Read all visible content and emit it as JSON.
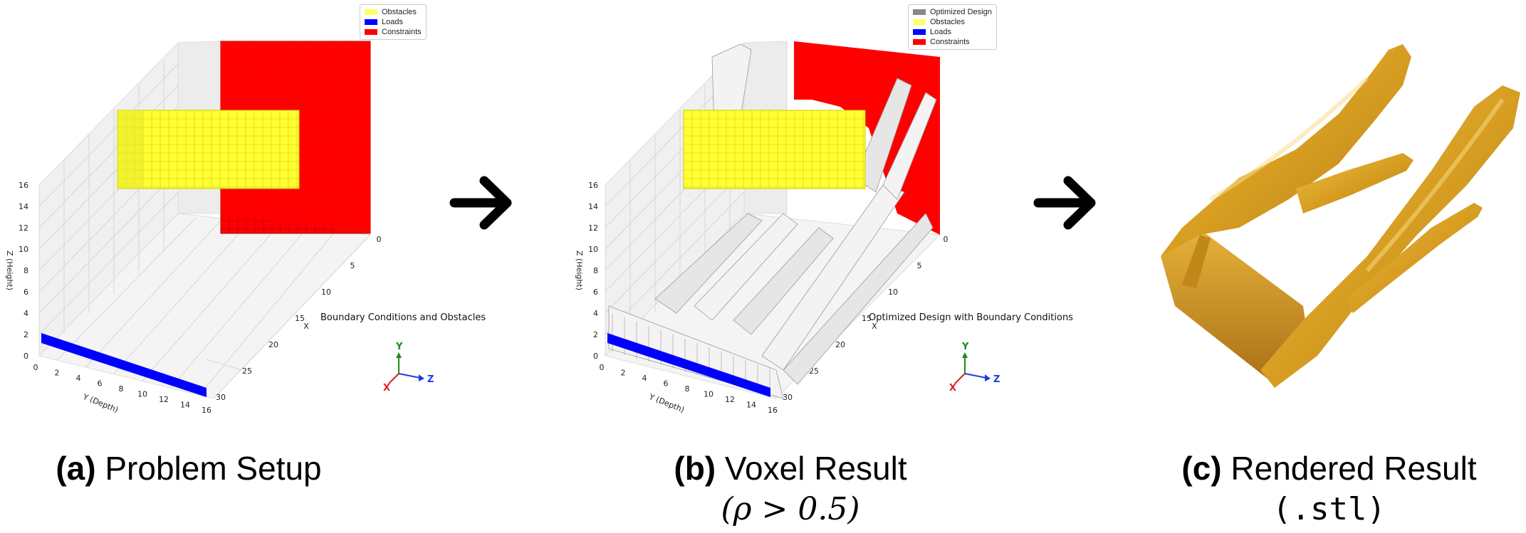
{
  "panels": {
    "a": {
      "caption_prefix": "(a)",
      "caption_text": "Problem Setup",
      "plot_title": "Boundary Conditions and Obstacles",
      "legend": [
        {
          "label": "Obstacles",
          "color": "#ffff66"
        },
        {
          "label": "Loads",
          "color": "#0000ff"
        },
        {
          "label": "Constraints",
          "color": "#ff0000"
        }
      ]
    },
    "b": {
      "caption_prefix": "(b)",
      "caption_text": "Voxel Result",
      "caption_sub": "(ρ > 0.5)",
      "plot_title": "Optimized Design with Boundary Conditions",
      "legend": [
        {
          "label": "Optimized Design",
          "color": "#888888"
        },
        {
          "label": "Obstacles",
          "color": "#ffff66"
        },
        {
          "label": "Loads",
          "color": "#0000ff"
        },
        {
          "label": "Constraints",
          "color": "#ff0000"
        }
      ]
    },
    "c": {
      "caption_prefix": "(c)",
      "caption_text": "Rendered Result",
      "caption_sub": "(.stl)"
    }
  },
  "axes": {
    "z_label": "Z (Height)",
    "y_label": "Y (Depth)",
    "x_label": "X",
    "z_ticks": [
      "0",
      "2",
      "4",
      "6",
      "8",
      "10",
      "12",
      "14",
      "16"
    ],
    "y_ticks": [
      "0",
      "2",
      "4",
      "6",
      "8",
      "10",
      "12",
      "14",
      "16"
    ],
    "x_ticks": [
      "0",
      "5",
      "10",
      "15",
      "20",
      "25",
      "30"
    ]
  },
  "triad": {
    "y": "Y",
    "x": "X",
    "z": "Z",
    "y_color": "#1a8a1a",
    "x_color": "#e02020",
    "z_color": "#1a3fe0"
  },
  "colors": {
    "obstacle": "#ffff33",
    "load": "#0000ff",
    "constraint": "#ff0000",
    "render": "#d9a52a"
  }
}
